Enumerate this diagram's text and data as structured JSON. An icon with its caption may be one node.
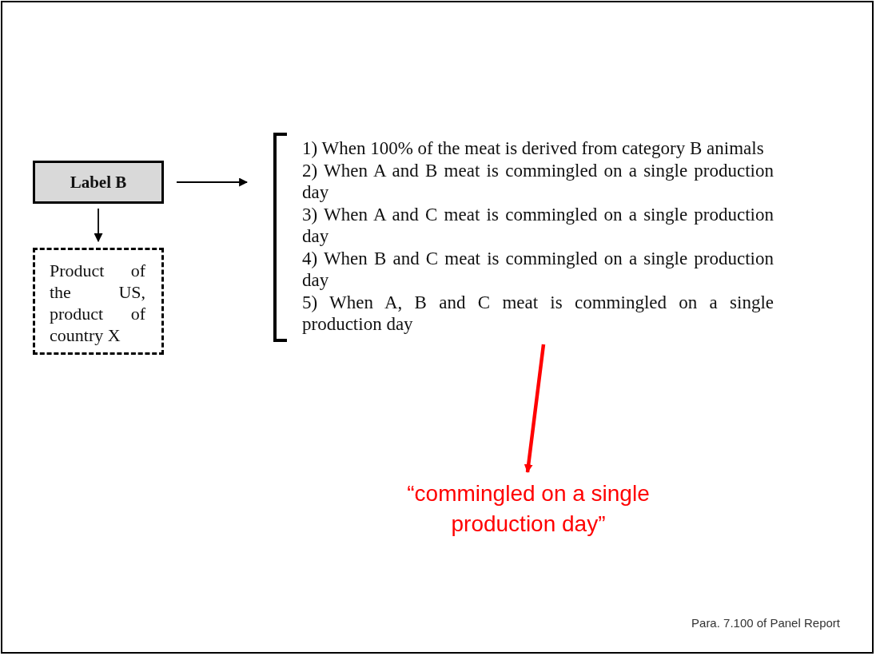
{
  "diagram": {
    "nodes": [
      {
        "text": [
          "Label B"
        ]
      },
      {
        "text": [
          "Product of the US, product of country X"
        ]
      },
      {
        "text": [
          "1) When 100% of the meat is derived from category B animals",
          "2) When A and B meat is commingled on a single production day",
          "3) When A and C meat is commingled on a single production day",
          "4) When B and C meat is commingled on a single production day",
          "5) When A, B and C meat is commingled on a single production day"
        ]
      },
      {
        "text": [
          "“commingled on a single production day”"
        ]
      }
    ],
    "edges": [
      {
        "from": 0,
        "to": 1,
        "arrow": "to"
      },
      {
        "from": 0,
        "to": 2,
        "arrow": "to"
      },
      {
        "from": 2,
        "to": 3,
        "arrow": "to",
        "style": "thick",
        "color": "#ff0000"
      }
    ],
    "labels": [
      "Para. 7.100 of Panel Report"
    ]
  }
}
